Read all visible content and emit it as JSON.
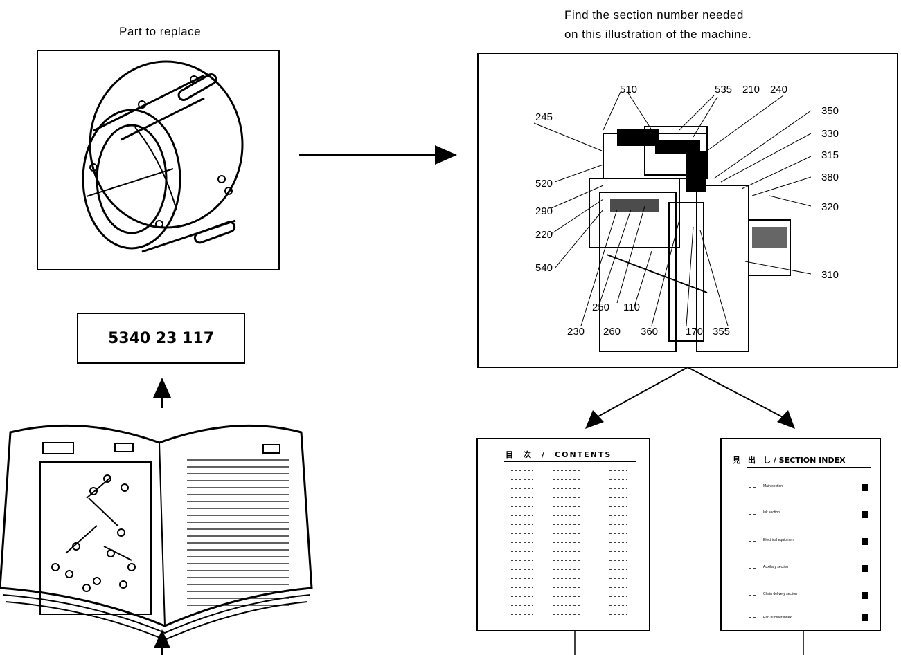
{
  "captions": {
    "part_to_replace": "Part to replace",
    "instruction_line1": "Find the section number needed",
    "instruction_line2": "on this illustration of the machine."
  },
  "part_number": "5340 23 117",
  "callouts": {
    "c510": "510",
    "c535": "535",
    "c210": "210",
    "c240": "240",
    "c245": "245",
    "c350": "350",
    "c330": "330",
    "c315": "315",
    "c380": "380",
    "c320": "320",
    "c520": "520",
    "c290": "290",
    "c220": "220",
    "c540": "540",
    "c310": "310",
    "c250": "250",
    "c110": "110",
    "c230": "230",
    "c260": "260",
    "c360": "360",
    "c170": "170",
    "c355": "355"
  },
  "contents_sheet": {
    "title": "目　次　/　CONTENTS"
  },
  "index_sheet": {
    "title": "見　出　し / SECTION INDEX",
    "entries": [
      "Main section",
      "Ink section",
      "Electrical equipment",
      "Auxiliary section",
      "Chain delivery section",
      "Part number index"
    ]
  }
}
